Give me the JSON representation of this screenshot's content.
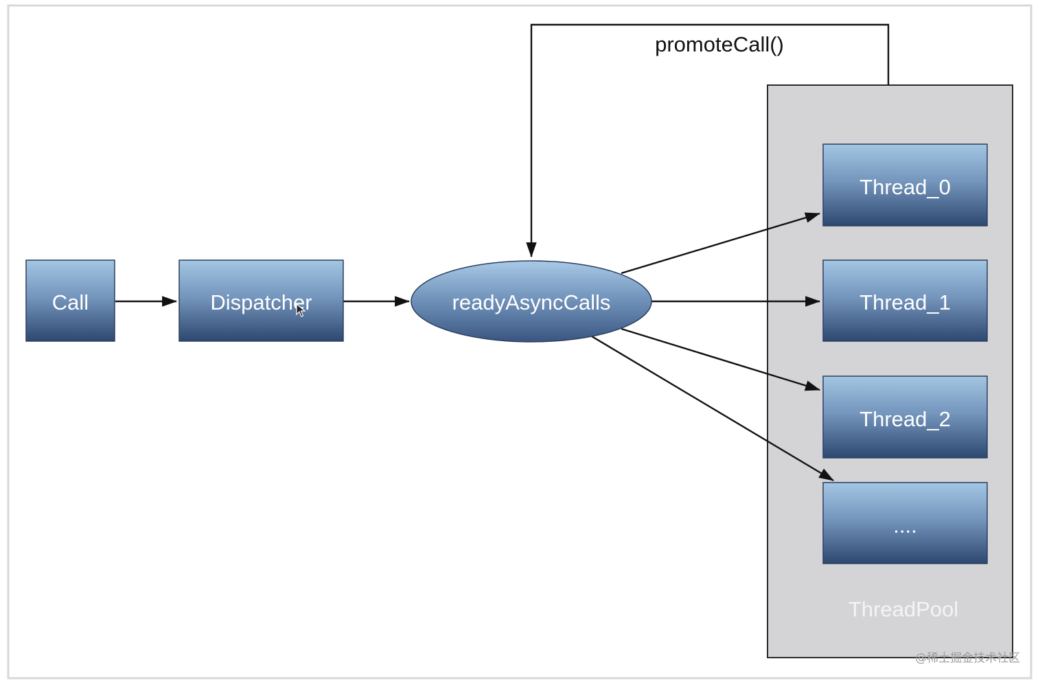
{
  "nodes": {
    "call": "Call",
    "dispatcher": "Dispatcher",
    "ready_async_calls": "readyAsyncCalls",
    "threads": [
      "Thread_0",
      "Thread_1",
      "Thread_2",
      "...."
    ],
    "thread_pool": "ThreadPool"
  },
  "edges": {
    "loop_label": "promoteCall()"
  },
  "watermark": "@稀土掘金技术社区",
  "colors": {
    "node_top": "#9fc3e0",
    "node_bottom": "#2f4a73",
    "pool_fill": "#d4d4d7",
    "frame": "#d8d8d8",
    "edge": "#111111"
  },
  "icons": {
    "cursor": "mouse-pointer-icon"
  }
}
